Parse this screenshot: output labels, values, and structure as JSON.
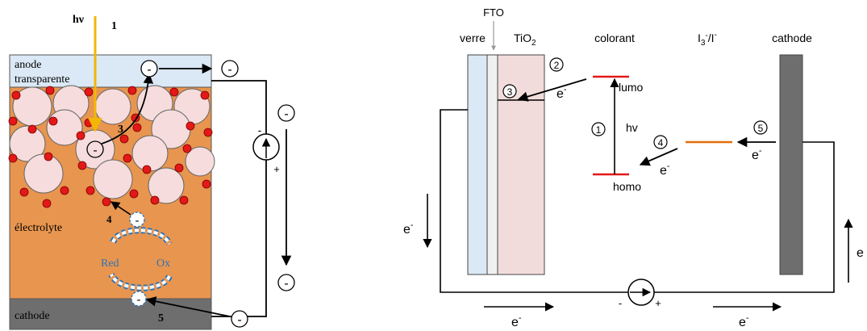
{
  "left": {
    "hv": "hν",
    "step1": "1",
    "anode_line1": "anode",
    "anode_line2": "transparente",
    "electrolyte": "électrolyte",
    "cathode": "cathode",
    "red": "Red",
    "ox": "Ox",
    "step3": "3",
    "step4": "4",
    "step5": "5",
    "electron": "-",
    "plus": "+",
    "colors": {
      "anode": "#dbe8f5",
      "electrolyte": "#e8954f",
      "cathode": "#6e6e6e",
      "particle": "#f6dcdc",
      "dye": "#e41818",
      "light": "#f2b705",
      "cycle": "#2e74b5"
    }
  },
  "right": {
    "fto": "FTO",
    "verre": "verre",
    "tio2_base": "TiO",
    "tio2_sub": "2",
    "colorant": "colorant",
    "redox_base1": "I",
    "redox_sub": "3",
    "redox_sup1": "-",
    "redox_mid": "/I",
    "redox_sup2": "-",
    "cathode": "cathode",
    "lumo": "lumo",
    "homo": "homo",
    "hv": "hv",
    "circ1": "1",
    "circ2": "2",
    "circ3": "3",
    "circ4": "4",
    "circ5": "5",
    "e_base": "e",
    "e_sup": "-",
    "minus": "-",
    "plus": "+",
    "colors": {
      "glass": "#dbe8f5",
      "fto": "#f0f0f0",
      "tio2": "#f2dcdb",
      "level": "#e41818",
      "redox_level": "#e36c09",
      "cathode": "#6e6e6e"
    }
  }
}
